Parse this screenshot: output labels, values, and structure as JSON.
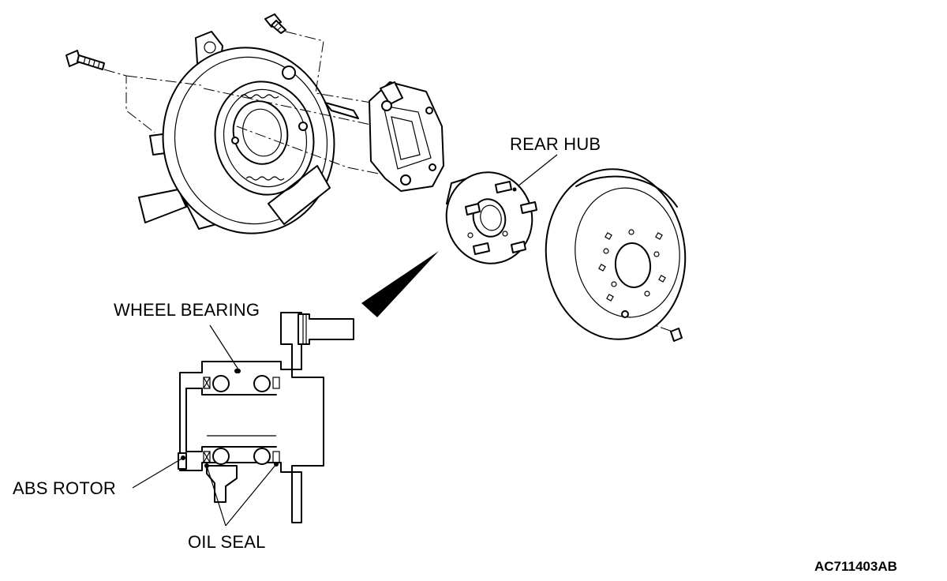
{
  "labels": {
    "rear_hub": "REAR HUB",
    "wheel_bearing": "WHEEL BEARING",
    "abs_rotor": "ABS ROTOR",
    "oil_seal": "OIL SEAL"
  },
  "figure_code": "AC711403AB",
  "colors": {
    "line": "#000000",
    "background": "#ffffff"
  }
}
